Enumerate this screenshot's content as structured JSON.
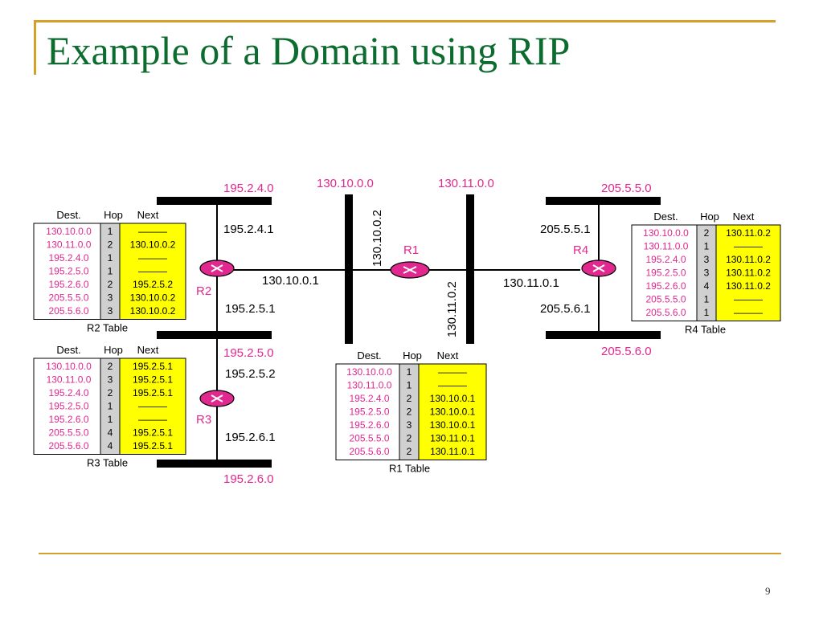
{
  "slide": {
    "title": "Example of a Domain using RIP",
    "page_number": "9"
  },
  "colors": {
    "title": "#0c6b2e",
    "accent": "#d4a02a",
    "address": "#e0288e",
    "router": "#e0288e",
    "next_hop_cell": "#ffff00",
    "hop_cell": "#d0d0d0"
  },
  "networks": {
    "n_195_2_4_0": "195.2.4.0",
    "n_195_2_5_0": "195.2.5.0",
    "n_195_2_6_0": "195.2.6.0",
    "n_130_10_0_0": "130.10.0.0",
    "n_130_11_0_0": "130.11.0.0",
    "n_205_5_5_0": "205.5.5.0",
    "n_205_5_6_0": "205.5.6.0"
  },
  "routers": {
    "r1": "R1",
    "r2": "R2",
    "r3": "R3",
    "r4": "R4"
  },
  "interfaces": {
    "r2_top": "195.2.4.1",
    "r2_right": "130.10.0.1",
    "r2_bottom": "195.2.5.1",
    "r3_top": "195.2.5.2",
    "r3_bottom": "195.2.6.1",
    "r1_left": "130.10.0.2",
    "r1_right": "130.11.0.2",
    "r4_left": "130.11.0.1",
    "r4_top": "205.5.5.1",
    "r4_bottom": "205.5.6.1"
  },
  "tables": {
    "headers": {
      "dest": "Dest.",
      "hop": "Hop",
      "next": "Next"
    },
    "r2": {
      "caption": "R2 Table",
      "rows": [
        {
          "dest": "130.10.0.0",
          "hop": "1",
          "next": "———"
        },
        {
          "dest": "130.11.0.0",
          "hop": "2",
          "next": "130.10.0.2"
        },
        {
          "dest": "195.2.4.0",
          "hop": "1",
          "next": "———"
        },
        {
          "dest": "195.2.5.0",
          "hop": "1",
          "next": "———"
        },
        {
          "dest": "195.2.6.0",
          "hop": "2",
          "next": "195.2.5.2"
        },
        {
          "dest": "205.5.5.0",
          "hop": "3",
          "next": "130.10.0.2"
        },
        {
          "dest": "205.5.6.0",
          "hop": "3",
          "next": "130.10.0.2"
        }
      ]
    },
    "r3": {
      "caption": "R3 Table",
      "rows": [
        {
          "dest": "130.10.0.0",
          "hop": "2",
          "next": "195.2.5.1"
        },
        {
          "dest": "130.11.0.0",
          "hop": "3",
          "next": "195.2.5.1"
        },
        {
          "dest": "195.2.4.0",
          "hop": "2",
          "next": "195.2.5.1"
        },
        {
          "dest": "195.2.5.0",
          "hop": "1",
          "next": "———"
        },
        {
          "dest": "195.2.6.0",
          "hop": "1",
          "next": "———"
        },
        {
          "dest": "205.5.5.0",
          "hop": "4",
          "next": "195.2.5.1"
        },
        {
          "dest": "205.5.6.0",
          "hop": "4",
          "next": "195.2.5.1"
        }
      ]
    },
    "r1": {
      "caption": "R1 Table",
      "rows": [
        {
          "dest": "130.10.0.0",
          "hop": "1",
          "next": "———"
        },
        {
          "dest": "130.11.0.0",
          "hop": "1",
          "next": "———"
        },
        {
          "dest": "195.2.4.0",
          "hop": "2",
          "next": "130.10.0.1"
        },
        {
          "dest": "195.2.5.0",
          "hop": "2",
          "next": "130.10.0.1"
        },
        {
          "dest": "195.2.6.0",
          "hop": "3",
          "next": "130.10.0.1"
        },
        {
          "dest": "205.5.5.0",
          "hop": "2",
          "next": "130.11.0.1"
        },
        {
          "dest": "205.5.6.0",
          "hop": "2",
          "next": "130.11.0.1"
        }
      ]
    },
    "r4": {
      "caption": "R4 Table",
      "rows": [
        {
          "dest": "130.10.0.0",
          "hop": "2",
          "next": "130.11.0.2"
        },
        {
          "dest": "130.11.0.0",
          "hop": "1",
          "next": "———"
        },
        {
          "dest": "195.2.4.0",
          "hop": "3",
          "next": "130.11.0.2"
        },
        {
          "dest": "195.2.5.0",
          "hop": "3",
          "next": "130.11.0.2"
        },
        {
          "dest": "195.2.6.0",
          "hop": "4",
          "next": "130.11.0.2"
        },
        {
          "dest": "205.5.5.0",
          "hop": "1",
          "next": "———"
        },
        {
          "dest": "205.5.6.0",
          "hop": "1",
          "next": "———"
        }
      ]
    }
  }
}
